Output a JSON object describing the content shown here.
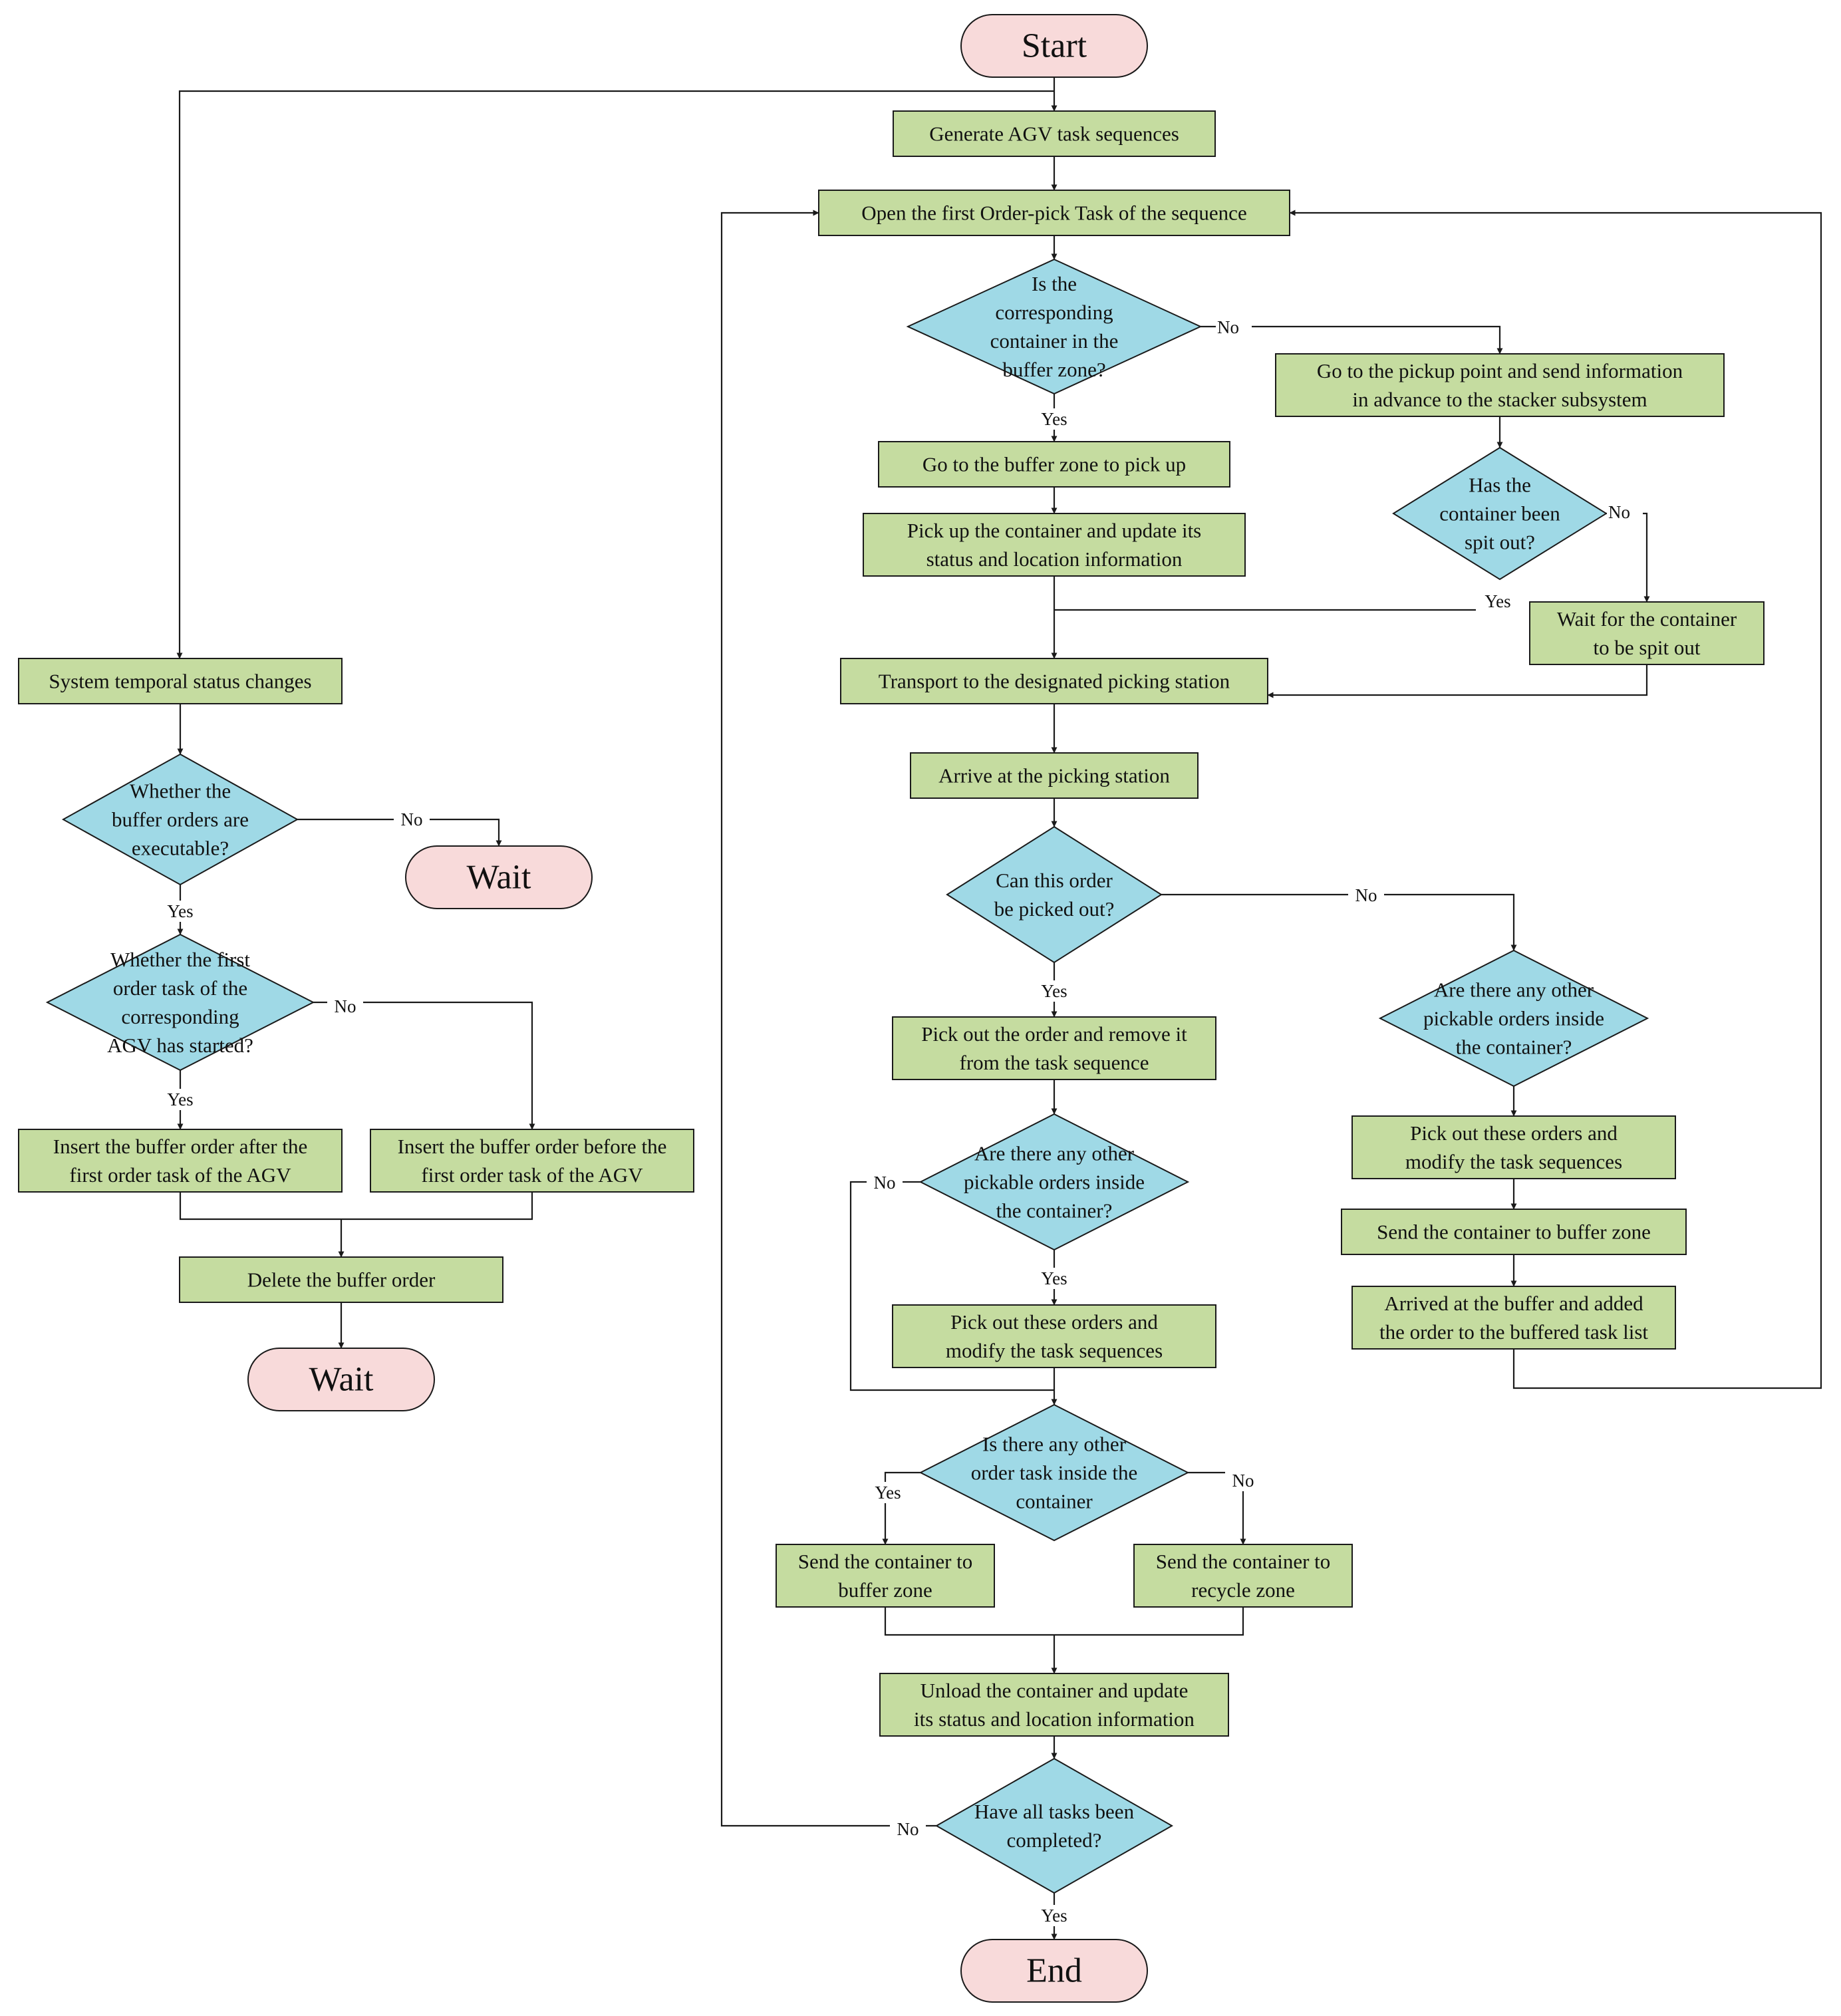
{
  "colors": {
    "terminal_fill": "#f8dada",
    "process_fill": "#c5dca0",
    "decision_fill": "#9fd9e6",
    "outline": "#1a1a1a"
  },
  "nodes": {
    "start": [
      "Start"
    ],
    "generate": [
      "Generate AGV task sequences"
    ],
    "open_first": [
      "Open the first Order-pick Task of the sequence"
    ],
    "d_in_buffer": [
      "Is the",
      "corresponding",
      "container in the",
      "buffer zone?"
    ],
    "go_buffer": [
      "Go to the buffer zone to pick up"
    ],
    "pick_update": [
      "Pick up the container and update its",
      "status and location information"
    ],
    "go_pickup": [
      "Go to the pickup point and send information",
      "in advance to the stacker subsystem"
    ],
    "d_spit": [
      "Has the",
      "container been",
      "spit out?"
    ],
    "wait_spit": [
      "Wait for the container",
      "to be spit out"
    ],
    "transport": [
      "Transport to the designated picking station"
    ],
    "arrive": [
      "Arrive at the picking station"
    ],
    "d_can_pick": [
      "Can this order",
      "be picked out?"
    ],
    "pick_remove": [
      "Pick out the order and remove it",
      "from the task sequence"
    ],
    "d_other_left": [
      "Are there any other",
      "pickable orders inside",
      "the container?"
    ],
    "pick_modify_left": [
      "Pick out these orders and",
      "modify the task sequences"
    ],
    "d_other_right": [
      "Are there any other",
      "pickable orders inside",
      "the container?"
    ],
    "pick_modify_right": [
      "Pick out these orders and",
      "modify the task sequences"
    ],
    "send_buffer_right": [
      "Send the container to buffer zone"
    ],
    "arrived_buffer": [
      "Arrived at the buffer and added",
      "the order to the buffered task list"
    ],
    "d_other_task": [
      "Is there any other",
      "order task inside the",
      "container"
    ],
    "send_buffer": [
      "Send the container to",
      "buffer zone"
    ],
    "send_recycle": [
      "Send the container to",
      "recycle zone"
    ],
    "unload": [
      "Unload the container and update",
      "its status and location information"
    ],
    "d_all_done": [
      "Have all tasks been",
      "completed?"
    ],
    "end": [
      "End"
    ],
    "sys_status": [
      "System temporal status changes"
    ],
    "d_executable": [
      "Whether the",
      "buffer orders are",
      "executable?"
    ],
    "wait_1": [
      "Wait"
    ],
    "d_first_started": [
      "Whether the first",
      "order task of the",
      "corresponding",
      "AGV has started?"
    ],
    "insert_after": [
      "Insert the buffer order after the",
      "first order task of the AGV"
    ],
    "insert_before": [
      "Insert the buffer order before the",
      "first order task of the AGV"
    ],
    "delete_order": [
      "Delete the buffer order"
    ],
    "wait_2": [
      "Wait"
    ]
  },
  "edge_labels": {
    "in_buffer_no": "No",
    "in_buffer_yes": "Yes",
    "spit_no": "No",
    "spit_yes": "Yes",
    "can_pick_no": "No",
    "can_pick_yes": "Yes",
    "other_left_no": "No",
    "other_left_yes": "Yes",
    "other_task_yes": "Yes",
    "other_task_no": "No",
    "all_done_no": "No",
    "all_done_yes": "Yes",
    "executable_no": "No",
    "executable_yes": "Yes",
    "first_started_no": "No",
    "first_started_yes": "Yes"
  }
}
